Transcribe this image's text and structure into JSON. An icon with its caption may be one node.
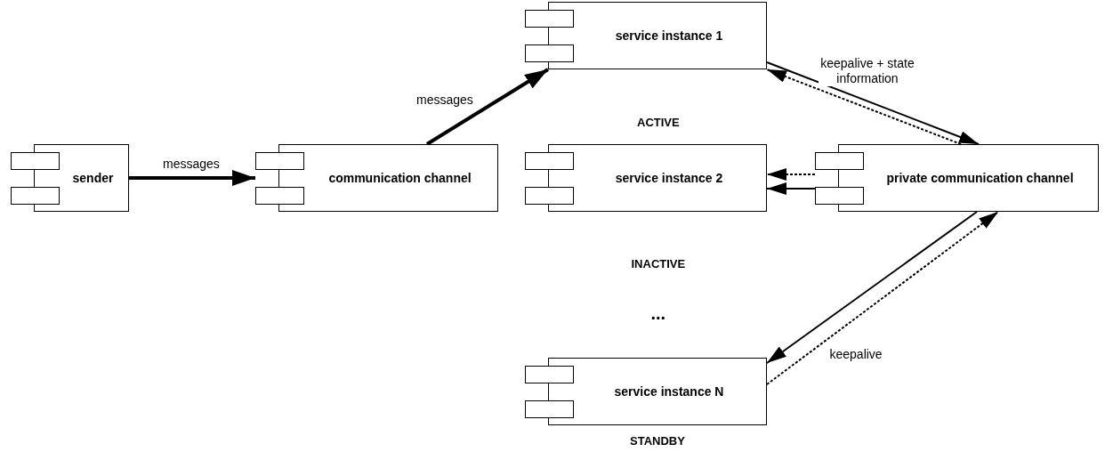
{
  "diagram": {
    "nodes": [
      {
        "text": [
          "sender"
        ]
      },
      {
        "text": [
          "communication channel"
        ]
      },
      {
        "text": [
          "service instance 1"
        ]
      },
      {
        "text": [
          "service instance 2"
        ]
      },
      {
        "text": [
          "private communication channel"
        ]
      },
      {
        "text": [
          "service instance N"
        ],
        "beside": [
          "STANDBY"
        ]
      }
    ],
    "edges": [
      {
        "from": 0,
        "to": 1,
        "arrow": "to",
        "label": "messages",
        "style": "thick"
      },
      {
        "from": 1,
        "to": 2,
        "arrow": "to",
        "label": "messages",
        "style": "thick"
      },
      {
        "from": 2,
        "to": 4,
        "arrow": "to",
        "label": "keepalive + state information"
      },
      {
        "from": 4,
        "to": 2,
        "arrow": "to",
        "style": "dashed"
      },
      {
        "from": 4,
        "to": 3,
        "arrow": "to",
        "style": "dashed"
      },
      {
        "from": 4,
        "to": 3,
        "arrow": "to"
      },
      {
        "from": 4,
        "to": 5,
        "arrow": "to"
      },
      {
        "from": 5,
        "to": 4,
        "arrow": "to",
        "style": "dashed",
        "label": "keepalive"
      }
    ],
    "labels": [
      "ACTIVE",
      "INACTIVE",
      "..."
    ]
  }
}
